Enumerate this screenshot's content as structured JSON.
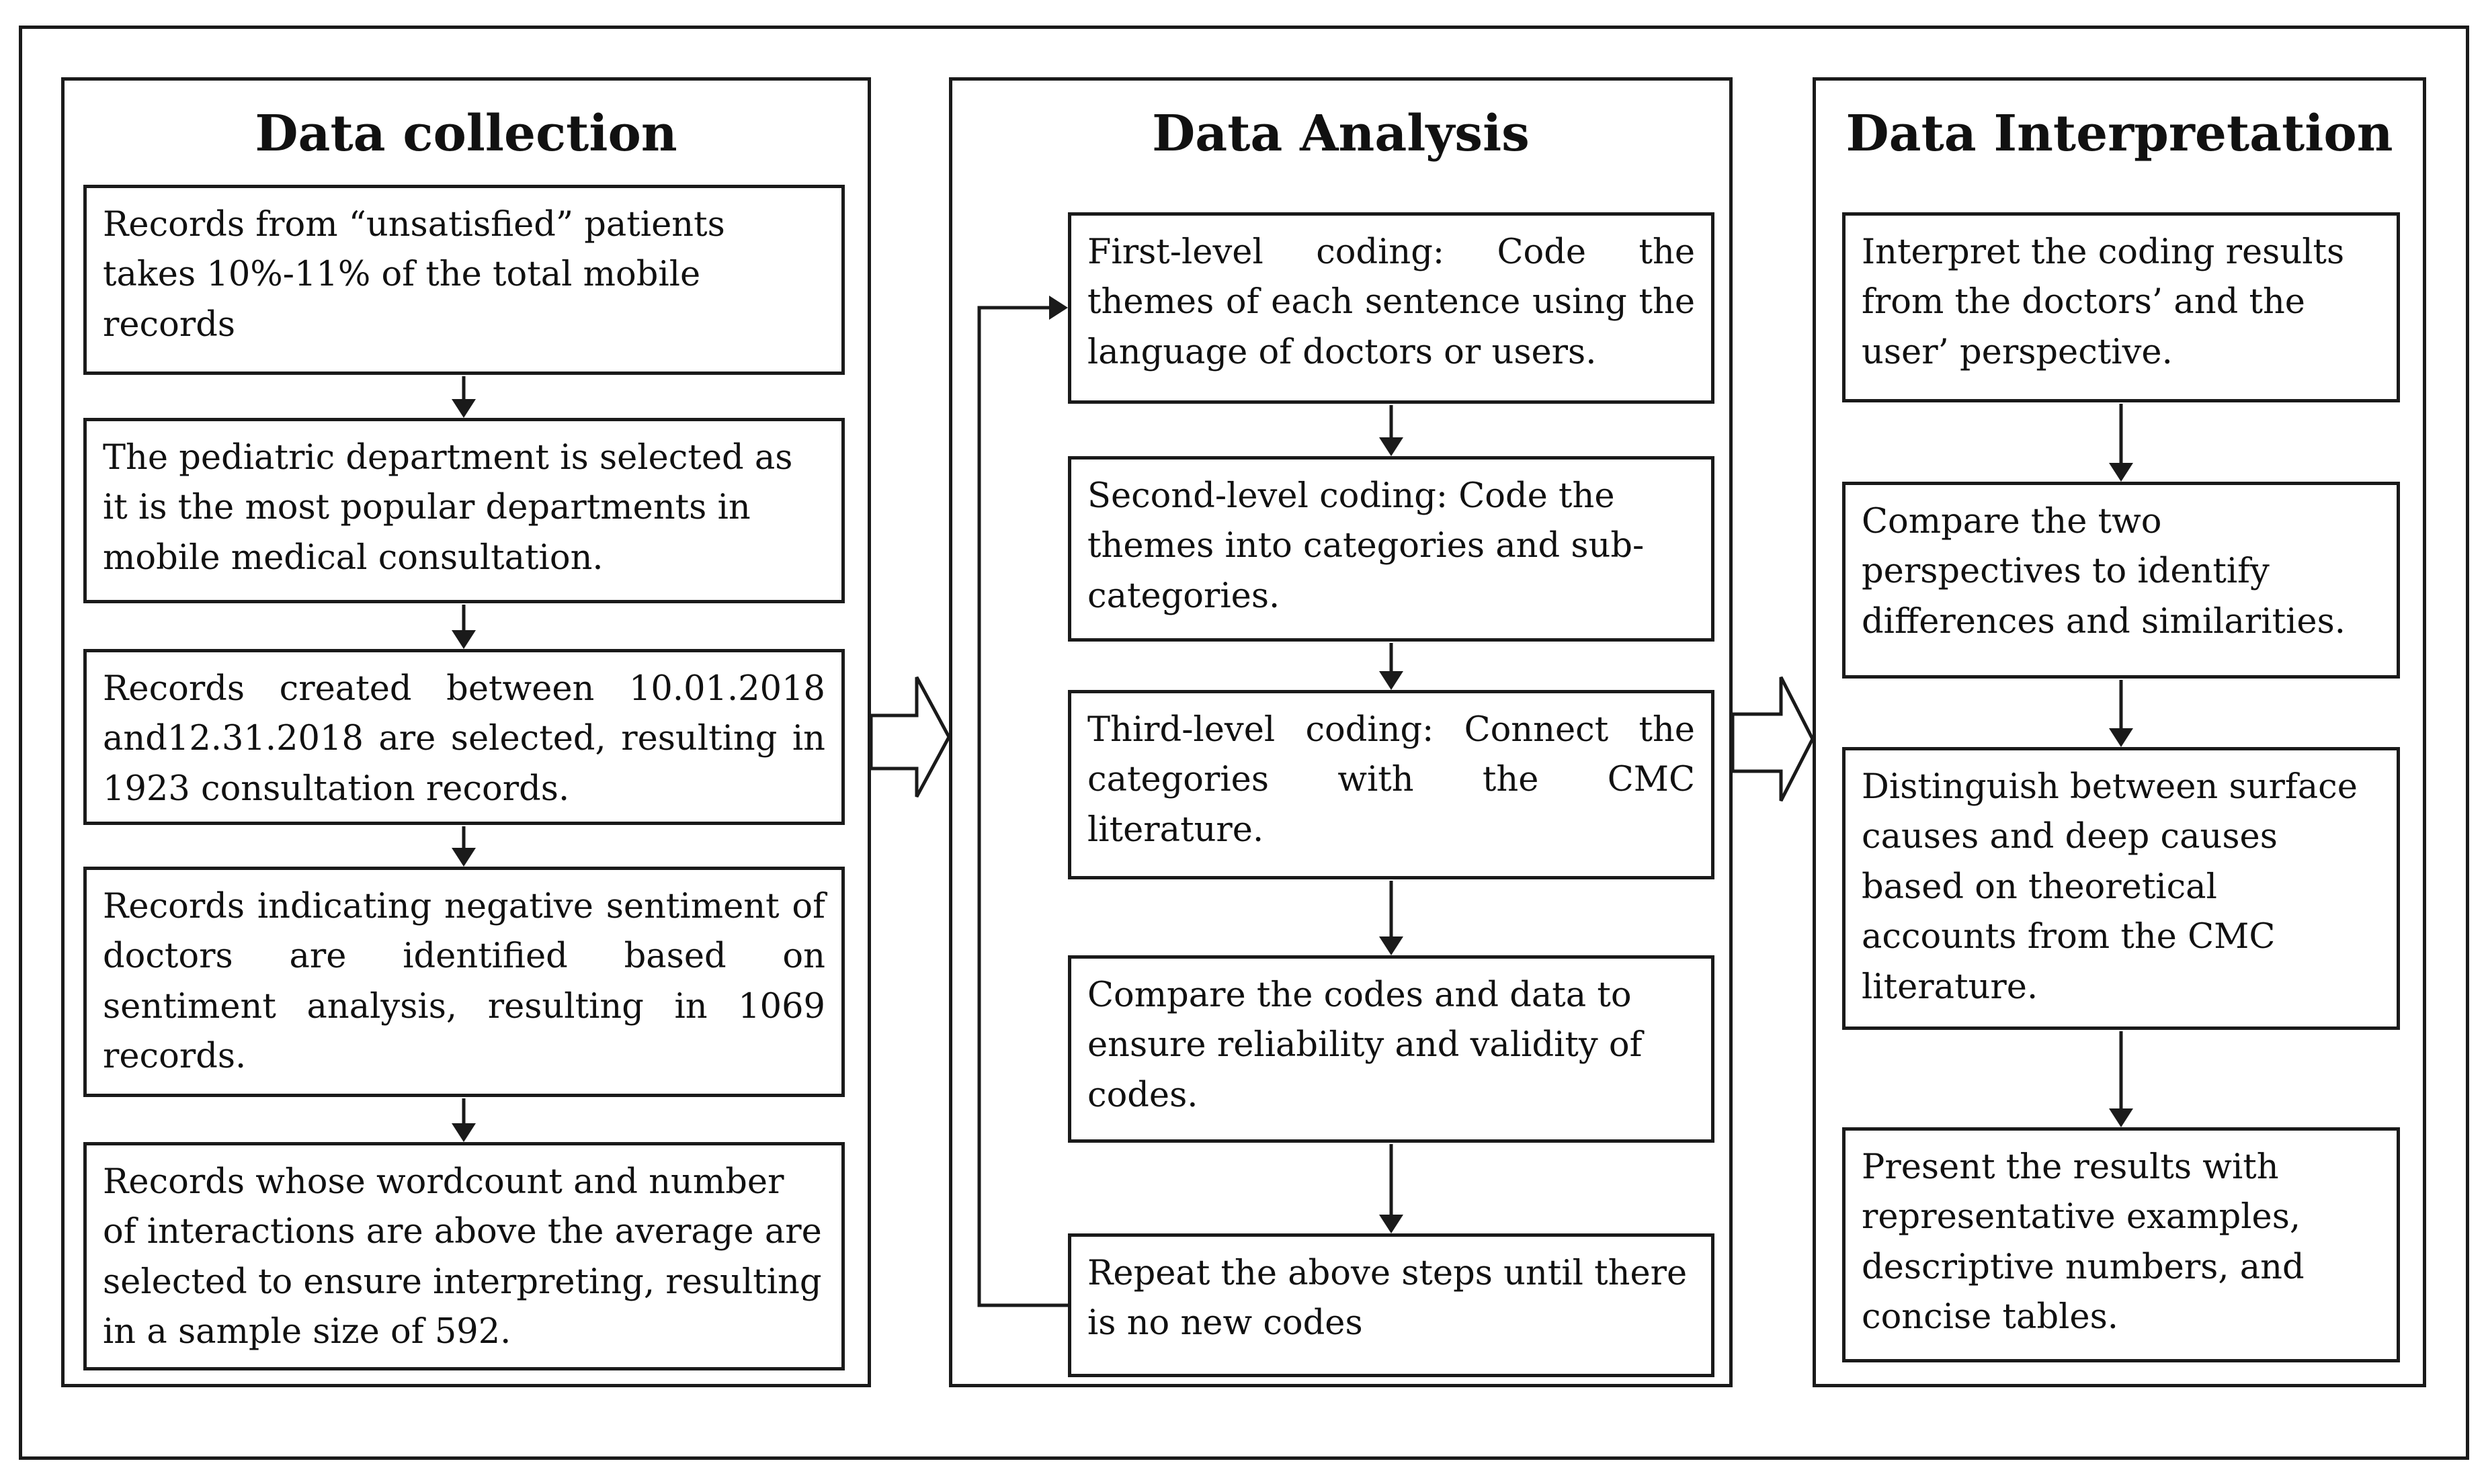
{
  "columns": [
    {
      "title": "Data collection",
      "boxes": [
        "Records from “unsatisfied” patients takes 10%-11% of the total mobile records",
        "The pediatric department is selected as it is the most popular departments in mobile medical consultation.",
        "Records created between 10.01.2018 and12.31.2018 are selected, resulting in 1923 consultation records.",
        "Records indicating negative sentiment of doctors are identified based on sentiment analysis, resulting in 1069 records.",
        "Records whose wordcount and number of interactions are above the average are selected to ensure interpreting, resulting in a sample size of 592."
      ]
    },
    {
      "title": "Data Analysis",
      "boxes": [
        "First-level coding: Code the themes of each sentence using the language of doctors or users.",
        "Second-level coding: Code the themes into categories and sub-categories.",
        "Third-level coding: Connect the categories with the CMC literature.",
        "Compare the codes and data to ensure reliability and validity of codes.",
        "Repeat the above steps until there is no new codes"
      ]
    },
    {
      "title": "Data Interpretation",
      "boxes": [
        "Interpret the coding results from the doctors’ and the user’ perspective.",
        "Compare the two perspectives to identify differences and similarities.",
        "Distinguish between surface causes and deep causes based on theoretical accounts from the CMC literature.",
        "Present the results with representative examples, descriptive numbers, and concise tables."
      ]
    }
  ]
}
